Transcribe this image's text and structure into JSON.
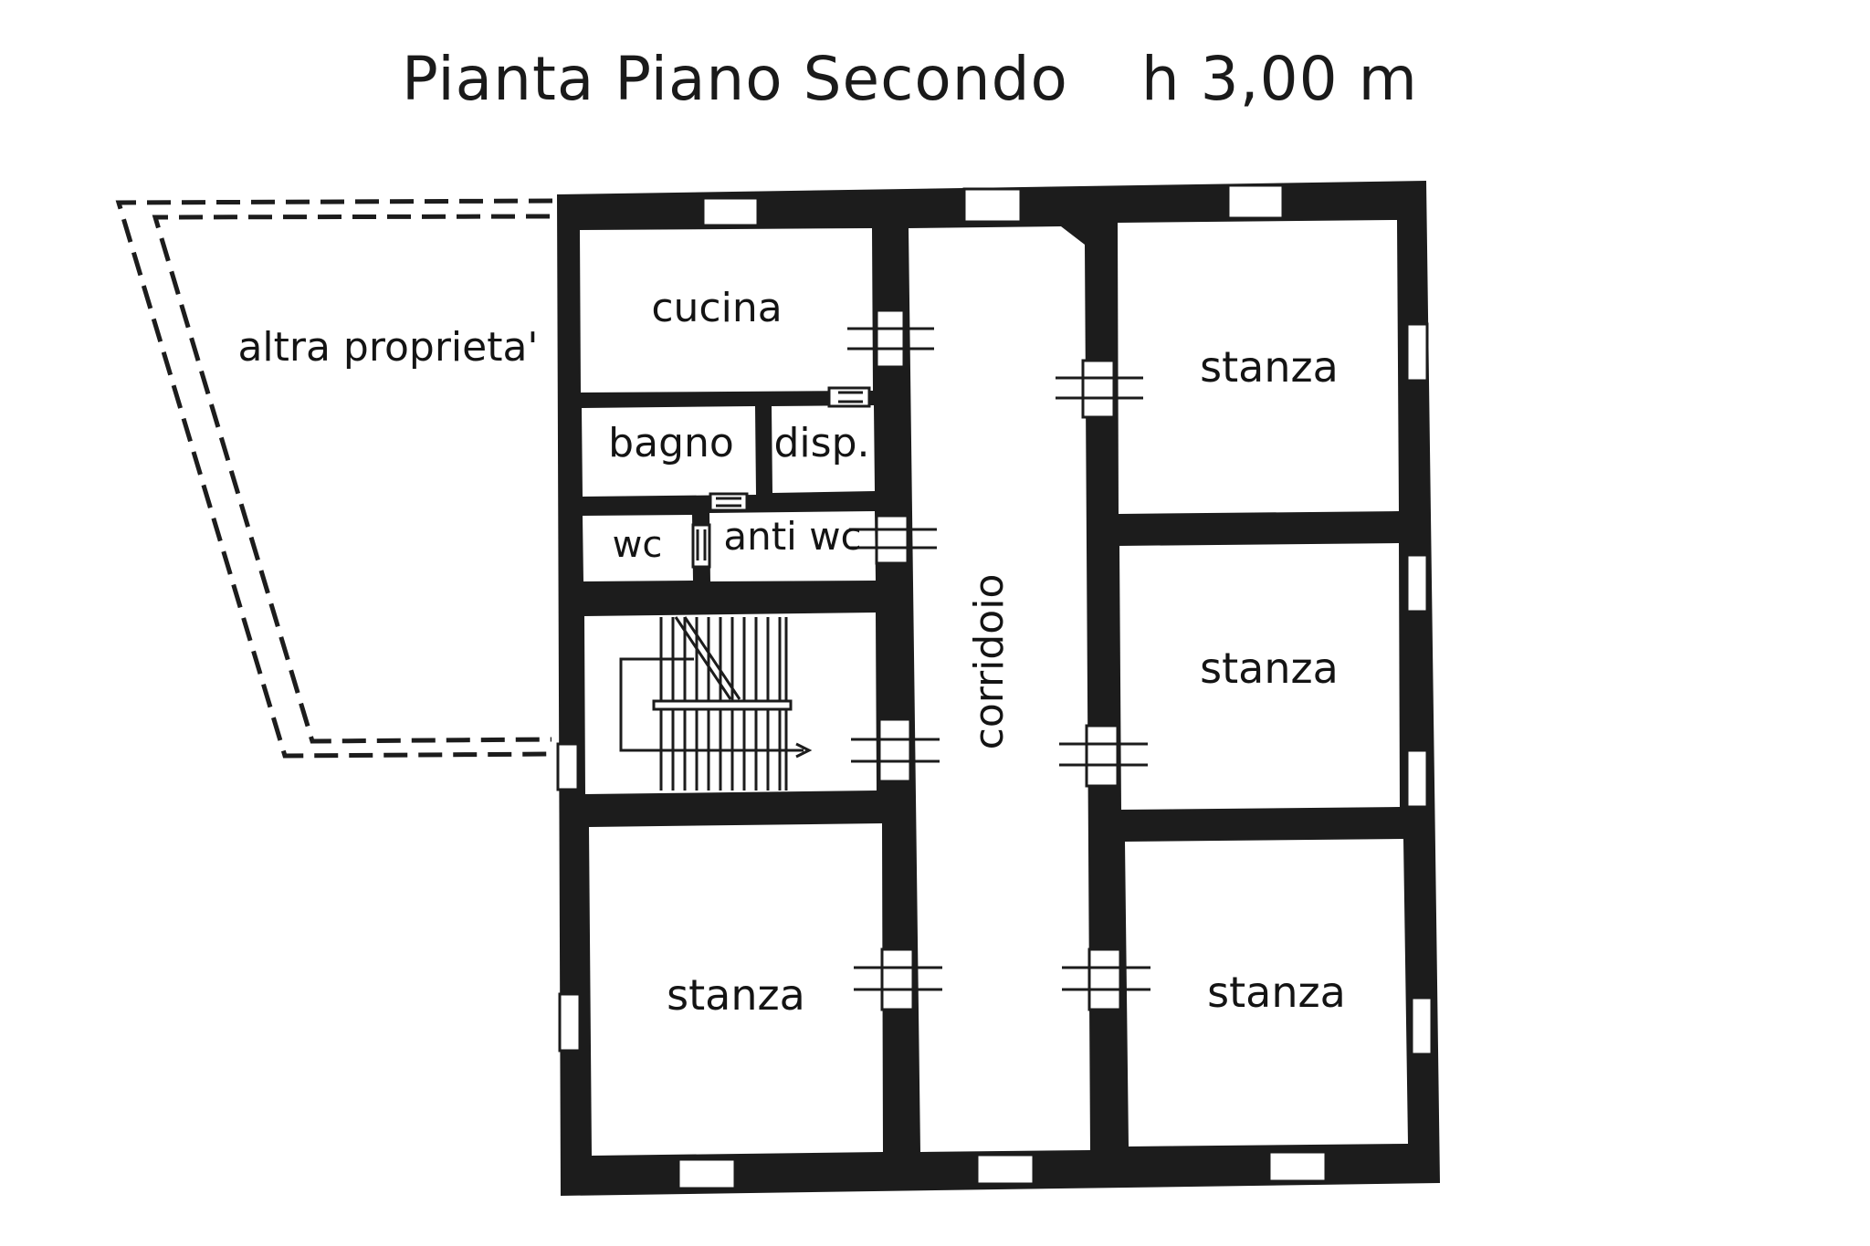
{
  "title": {
    "plan_name": "Pianta Piano Secondo",
    "height_label": "h 3,00 m"
  },
  "rooms": {
    "neighbor": "altra proprieta'",
    "kitchen": "cucina",
    "bathroom": "bagno",
    "storage": "disp.",
    "toilet": "wc",
    "antechamber": "anti wc",
    "corridor": "corridoio",
    "room_ne": "stanza",
    "room_e": "stanza",
    "room_se": "stanza",
    "room_sw": "stanza"
  },
  "colors": {
    "wall": "#1c1c1c",
    "paper": "#ffffff",
    "line": "#1c1c1c"
  }
}
